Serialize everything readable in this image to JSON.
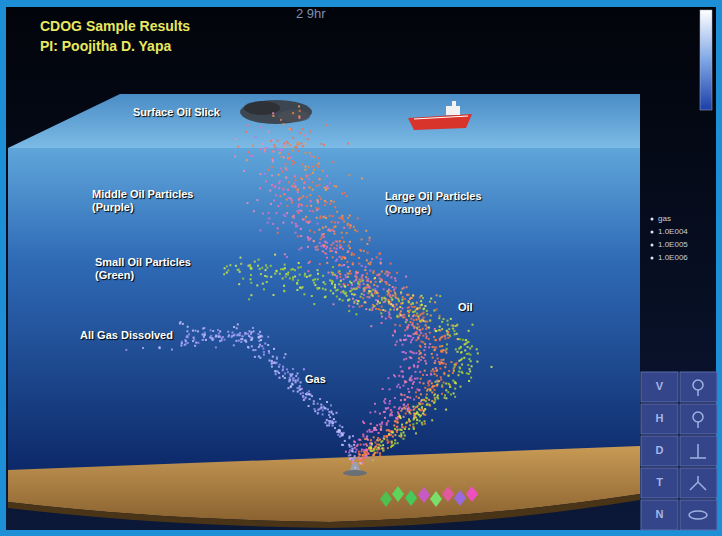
{
  "diagram": {
    "title": "CDOG Sample Results",
    "labels": [
      "PI: Poojitha D. Yapa",
      "2 9hr",
      "Surface Oil Slick",
      "Middle Oil Particles (Purple)",
      "Large Oil Particles (Orange)",
      "Small Oil Particles (Green)",
      "All Gas Dissolved",
      "Oil",
      "Gas",
      "gas",
      "1.0E004",
      "1.0E005",
      "1.0E006",
      "V",
      "H",
      "D",
      "T",
      "N"
    ]
  }
}
